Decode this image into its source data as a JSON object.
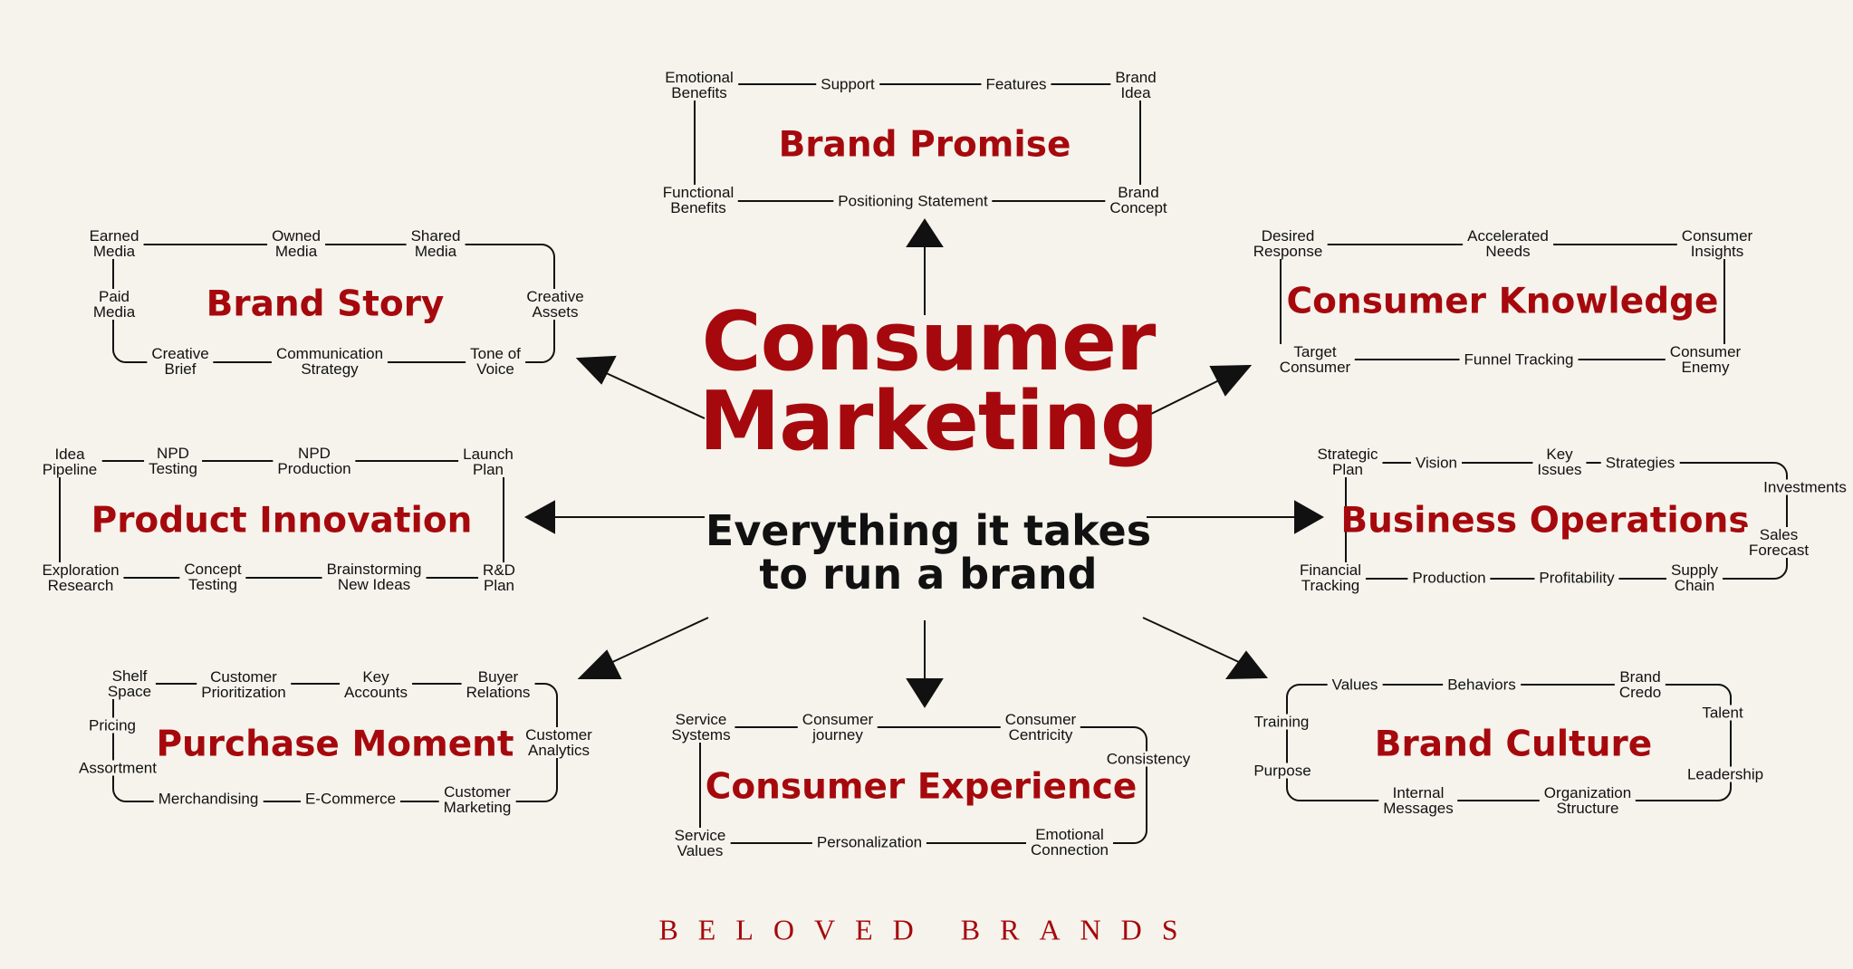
{
  "center": {
    "title": "Consumer\nMarketing",
    "subtitle": "Everything it takes\nto run a brand"
  },
  "footer": "BELOVED  BRANDS",
  "colors": {
    "accent": "#a6090d",
    "background": "#f5f3ec",
    "ink": "#111111"
  },
  "clusters": {
    "brand_promise": {
      "title": "Brand Promise",
      "labels": [
        "Emotional\nBenefits",
        "Support",
        "Features",
        "Brand\nIdea",
        "Functional\nBenefits",
        "Positioning Statement",
        "Brand\nConcept"
      ]
    },
    "brand_story": {
      "title": "Brand Story",
      "labels": [
        "Earned\nMedia",
        "Owned\nMedia",
        "Shared\nMedia",
        "Paid\nMedia",
        "Creative\nAssets",
        "Creative\nBrief",
        "Communication\nStrategy",
        "Tone of\nVoice"
      ]
    },
    "consumer_knowledge": {
      "title": "Consumer Knowledge",
      "labels": [
        "Desired\nResponse",
        "Accelerated\nNeeds",
        "Consumer\nInsights",
        "Target\nConsumer",
        "Funnel Tracking",
        "Consumer\nEnemy"
      ]
    },
    "product_innovation": {
      "title": "Product Innovation",
      "labels": [
        "Idea\nPipeline",
        "NPD\nTesting",
        "NPD\nProduction",
        "Launch\nPlan",
        "Exploration\nResearch",
        "Concept\nTesting",
        "Brainstorming\nNew Ideas",
        "R&D\nPlan"
      ]
    },
    "business_operations": {
      "title": "Business Operations",
      "labels": [
        "Strategic\nPlan",
        "Vision",
        "Key\nIssues",
        "Strategies",
        "Investments",
        "Sales\nForecast",
        "Financial\nTracking",
        "Production",
        "Profitability",
        "Supply\nChain"
      ]
    },
    "purchase_moment": {
      "title": "Purchase Moment",
      "labels": [
        "Shelf\nSpace",
        "Customer\nPrioritization",
        "Key\nAccounts",
        "Buyer\nRelations",
        "Pricing",
        "Customer\nAnalytics",
        "Assortment",
        "Merchandising",
        "E-Commerce",
        "Customer\nMarketing"
      ]
    },
    "consumer_experience": {
      "title": "Consumer Experience",
      "labels": [
        "Service\nSystems",
        "Consumer\njourney",
        "Consumer\nCentricity",
        "Consistency",
        "Service\nValues",
        "Personalization",
        "Emotional\nConnection"
      ]
    },
    "brand_culture": {
      "title": "Brand Culture",
      "labels": [
        "Values",
        "Behaviors",
        "Brand\nCredo",
        "Training",
        "Talent",
        "Purpose",
        "Leadership",
        "Internal\nMessages",
        "Organization\nStructure"
      ]
    }
  }
}
